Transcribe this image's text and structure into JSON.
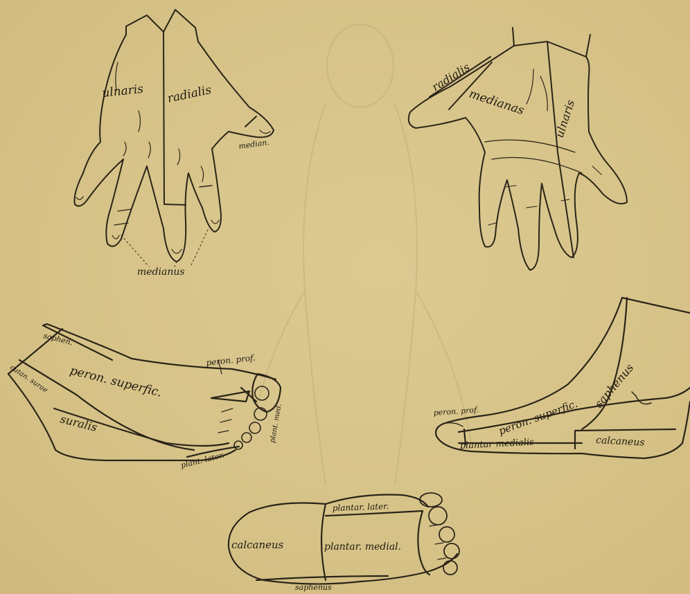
{
  "figure": {
    "background_color": "#d8c58c",
    "ink_color": "#2a2418",
    "labels": {
      "dorsal_hand_ulnaris": "ulnaris",
      "dorsal_hand_radialis": "radialis",
      "dorsal_hand_median_tip": "median.",
      "dorsal_hand_medianus": "medianus",
      "palmar_hand_radialis": "radialis",
      "palmar_hand_medianus": "medianas",
      "palmar_hand_ulnaris": "ulnaris",
      "lateral_foot_saphen": "saphen.",
      "lateral_foot_cutan_surae": "cutan. surae",
      "lateral_foot_peron_superfic": "peron. superfic.",
      "lateral_foot_peron_prof": "peron. prof.",
      "lateral_foot_suralis": "suralis",
      "lateral_foot_plant_med": "plant. med.",
      "lateral_foot_plant_later": "plant. later.",
      "medial_foot_peron_prof": "peron. prof.",
      "medial_foot_peron_superfic": "peron. superfic.",
      "medial_foot_saphenus": "saphenus",
      "medial_foot_plantar_medialis": "plantar medialis",
      "medial_foot_calcaneus": "calcaneus",
      "sole_plantar_lateral": "plantar. later.",
      "sole_calcaneus": "calcaneus",
      "sole_plantar_medial": "plantar. medial.",
      "sole_saphenus": "saphenus"
    }
  }
}
